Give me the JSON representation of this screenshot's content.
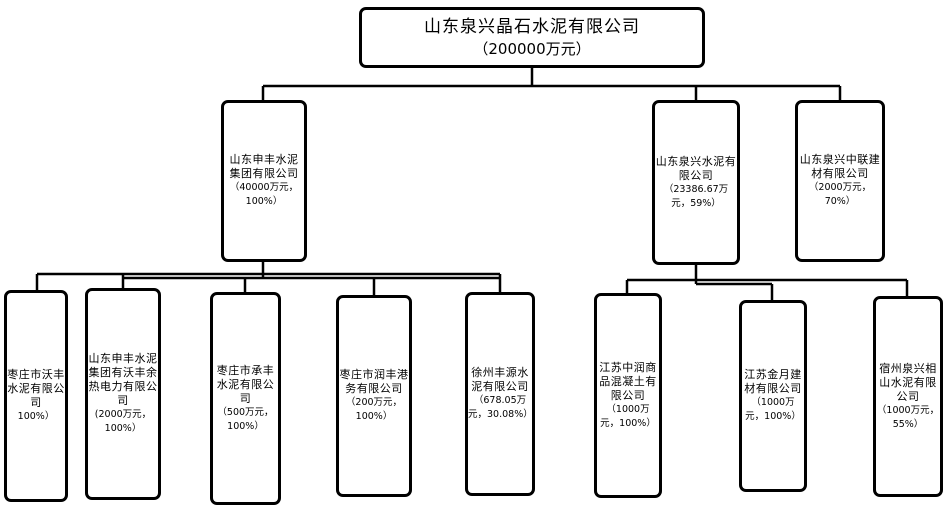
{
  "root": {
    "name": "山东泉兴晶石水泥有限公司",
    "capital": "（200000万元）"
  },
  "l1": [
    {
      "name": "山东申丰水泥集团有限公司",
      "capital": "（40000万元，100%）"
    },
    {
      "name": "山东泉兴水泥有限公司",
      "capital": "（23386.67万元，59%）"
    },
    {
      "name": "山东泉兴中联建材有限公司",
      "capital": "（2000万元，70%）"
    }
  ],
  "l2": [
    {
      "name": "枣庄市沃丰水泥有限公司",
      "capital": "100%）"
    },
    {
      "name": "山东申丰水泥集团有沃丰余热电力有限公司",
      "capital": "(2000万元，100%）"
    },
    {
      "name": "枣庄市承丰水泥有限公司",
      "capital": "（500万元，100%）"
    },
    {
      "name": "枣庄市润丰港务有限公司",
      "capital": "（200万元，100%）"
    },
    {
      "name": "徐州丰源水泥有限公司",
      "capital": "（678.05万元，30.08%）"
    },
    {
      "name": "江苏中润商品混凝土有限公司",
      "capital": "（1000万元，100%）"
    },
    {
      "name": "江苏金月建材有限公司",
      "capital": "（1000万元，100%）"
    },
    {
      "name": "宿州泉兴相山水泥有限公司",
      "capital": "（1000万元，55%）"
    }
  ]
}
